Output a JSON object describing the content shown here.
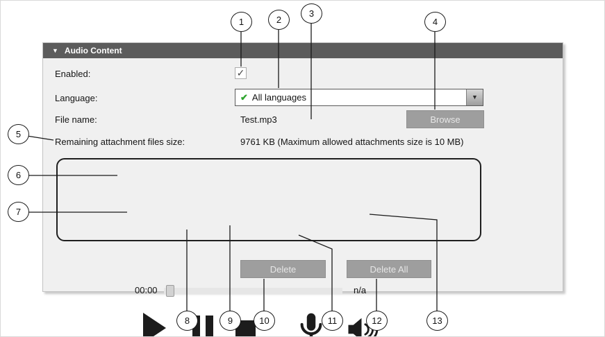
{
  "colors": {
    "header_bg": "#5c5c5c",
    "panel_bg": "#f0f0f0",
    "button_bg": "#9e9e9e",
    "button_text": "#e6e6e6",
    "accent_green": "#2ea52e",
    "icon_black": "#1c1c1c"
  },
  "panel": {
    "header": {
      "collapse_icon": "▼",
      "title": "Audio Content"
    },
    "enabled": {
      "label": "Enabled:",
      "checked": true,
      "check_icon": "✓"
    },
    "language": {
      "label": "Language:",
      "selected": "All languages",
      "check_icon": "✔",
      "arrow_icon": "▼"
    },
    "file": {
      "label": "File name:",
      "value": "Test.mp3",
      "browse_label": "Browse"
    },
    "remaining": {
      "label": "Remaining attachment files size:",
      "value": "9761 KB (Maximum allowed attachments size is 10 MB)"
    },
    "player": {
      "elapsed": "00:00",
      "duration": "n/a",
      "icons": [
        "play-icon",
        "pause-icon",
        "stop-icon",
        "microphone-icon",
        "speaker-icon"
      ]
    },
    "actions": {
      "delete": "Delete",
      "delete_all": "Delete All"
    }
  },
  "callouts": {
    "labels": [
      "1",
      "2",
      "3",
      "4",
      "5",
      "6",
      "7",
      "8",
      "9",
      "10",
      "11",
      "12",
      "13"
    ]
  }
}
